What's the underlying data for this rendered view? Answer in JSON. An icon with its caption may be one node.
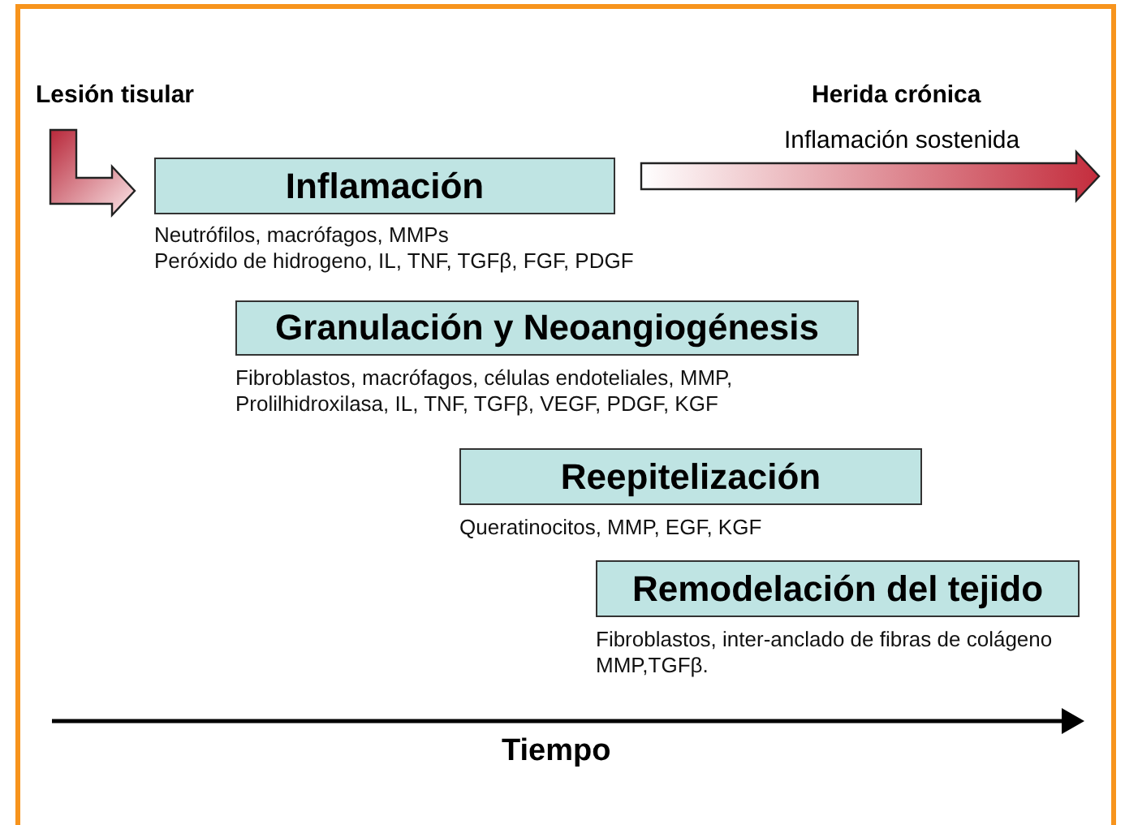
{
  "diagram": {
    "nodes": [
      {
        "text": [
          "Lesión tisular"
        ]
      },
      {
        "text": [
          "Inflamación"
        ],
        "beside": [
          "Neutrófilos, macrófagos, MMPs",
          "Peróxido de hidrogeno, IL, TNF, TGFβ, FGF, PDGF"
        ]
      },
      {
        "text": [
          "Granulación y Neoangiogénesis"
        ],
        "beside": [
          "Fibroblastos, macrófagos, células endoteliales, MMP,",
          "Prolilhidroxilasa, IL, TNF, TGFβ, VEGF, PDGF, KGF"
        ]
      },
      {
        "text": [
          "Reepitelización"
        ],
        "beside": [
          "Queratinocitos, MMP, EGF, KGF"
        ]
      },
      {
        "text": [
          "Remodelación del tejido"
        ],
        "beside": [
          "Fibroblastos, inter-anclado de fibras de colágeno MMP,TGFβ."
        ]
      }
    ],
    "edges": [
      {
        "from": 0,
        "to": 1,
        "arrow": "to",
        "style": "thick"
      },
      {
        "from": 1,
        "to": null,
        "arrow": "to",
        "style": "thick",
        "label": "Inflamación sostenida"
      }
    ],
    "labels": [
      "Herida crónica",
      "Tiempo"
    ]
  }
}
